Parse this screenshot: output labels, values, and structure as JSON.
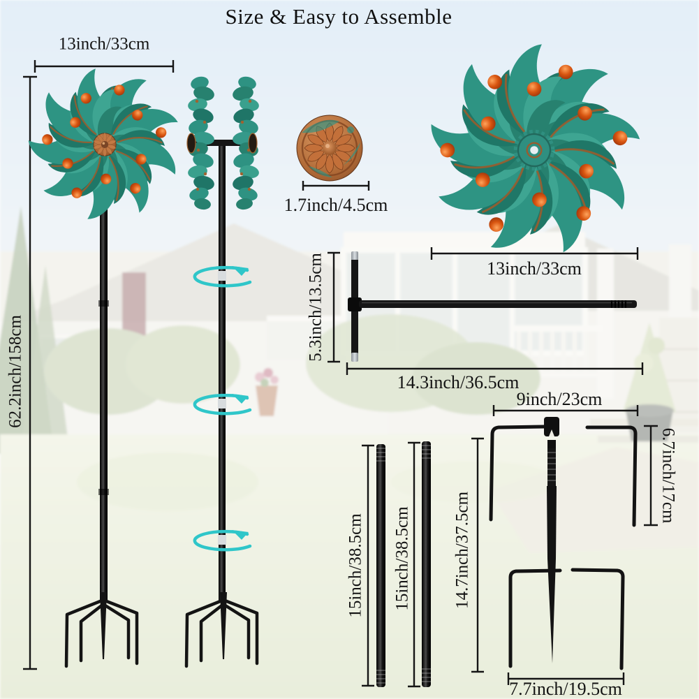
{
  "title": "Size & Easy to Assemble",
  "labels": {
    "spinner1_width": "13inch/33cm",
    "total_height": "62.2inch/158cm",
    "cap_diameter": "1.7inch/4.5cm",
    "spinner2_width": "13inch/33cm",
    "connector_height": "5.3inch/13.5cm",
    "connector_length": "14.3inch/36.5cm",
    "fork_width": "9inch/23cm",
    "fork_depth": "6.7inch/17cm",
    "pole_a_length": "15inch/38.5cm",
    "pole_b_length": "15inch/38.5cm",
    "stake_height": "14.7inch/37.5cm",
    "stake_base_width": "7.7inch/19.5cm"
  },
  "icons": {
    "rotation_arrow": "counterclockwise-ellipse-arrow"
  },
  "colors": {
    "leaf_teal": "#2e9483",
    "leaf_teal_dark": "#1f7767",
    "copper": "#a0622f",
    "ball_orange": "#d85510",
    "metal_black": "#151515",
    "arrow_cyan": "#2fc6c9",
    "dim_line": "#151515",
    "sky": "#cfe2f3",
    "grass": "#dde3c6"
  }
}
